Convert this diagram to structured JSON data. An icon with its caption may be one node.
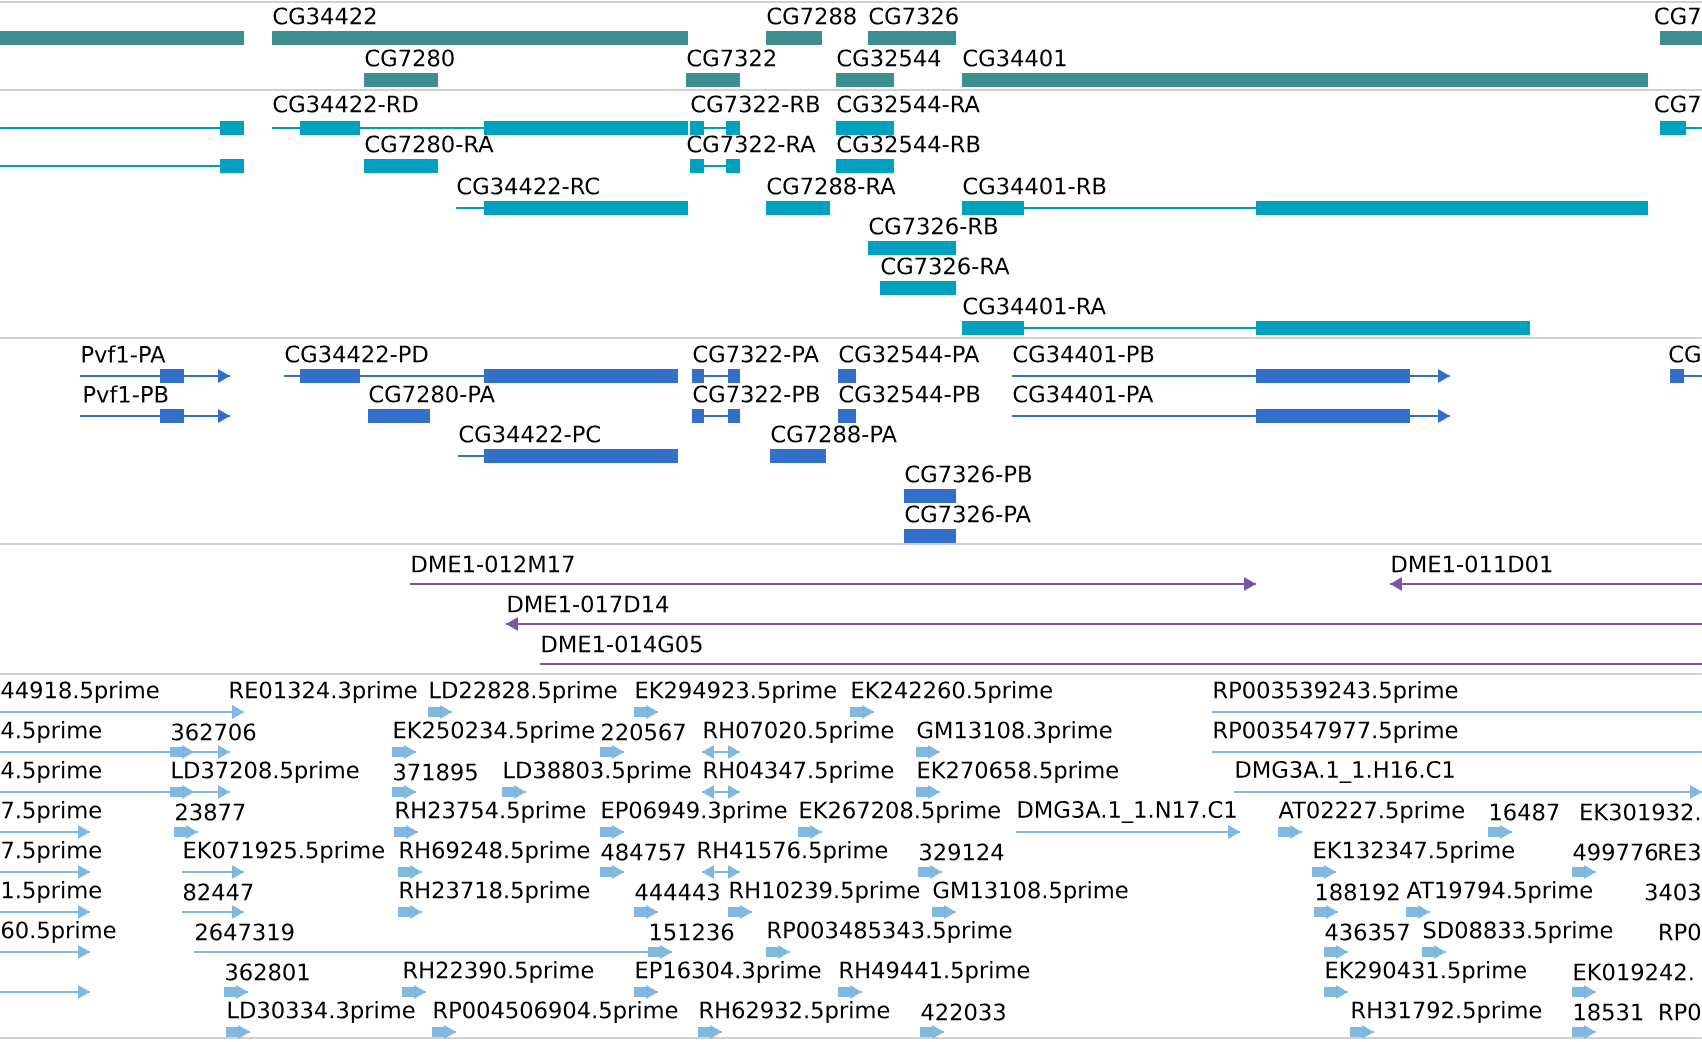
{
  "diagram": {
    "labels": [
      "CG34422",
      "CG7288",
      "CG7326",
      "CG7",
      "CG7280",
      "CG7322",
      "CG32544",
      "CG34401",
      "CG34422-RD",
      "CG7322-RB",
      "CG32544-RA",
      "CG7",
      "CG7280-RA",
      "CG7322-RA",
      "CG32544-RB",
      "CG34422-RC",
      "CG7288-RA",
      "CG34401-RB",
      "CG7326-RB",
      "CG7326-RA",
      "CG34401-RA",
      "Pvf1-PA",
      "CG34422-PD",
      "CG7322-PA",
      "CG32544-PA",
      "CG34401-PB",
      "CG",
      "Pvf1-PB",
      "CG7280-PA",
      "CG7322-PB",
      "CG32544-PB",
      "CG34401-PA",
      "CG34422-PC",
      "CG7288-PA",
      "CG7326-PB",
      "CG7326-PA",
      "DME1-012M17",
      "DME1-011D01",
      "DME1-017D14",
      "DME1-014G05",
      "44918.5prime",
      "RE01324.3prime",
      "LD22828.5prime",
      "EK294923.5prime",
      "EK242260.5prime",
      "RP003539243.5prime",
      "4.5prime",
      "362706",
      "EK250234.5prime",
      "220567",
      "RH07020.5prime",
      "GM13108.3prime",
      "RP003547977.5prime",
      "4.5prime",
      "LD37208.5prime",
      "371895",
      "LD38803.5prime",
      "RH04347.5prime",
      "EK270658.5prime",
      "DMG3A.1_1.H16.C1",
      "7.5prime",
      "23877",
      "RH23754.5prime",
      "EP06949.3prime",
      "EK267208.5prime",
      "DMG3A.1_1.N17.C1",
      "AT02227.5prime",
      "16487",
      "EK301932.",
      "7.5prime",
      "EK071925.5prime",
      "RH69248.5prime",
      "484757",
      "RH41576.5prime",
      "329124",
      "EK132347.5prime",
      "499776",
      "RE3",
      "1.5prime",
      "82447",
      "RH23718.5prime",
      "444443",
      "RH10239.5prime",
      "GM13108.5prime",
      "188192",
      "AT19794.5prime",
      "3403",
      "60.5prime",
      "2647319",
      "151236",
      "RP003485343.5prime",
      "436357",
      "SD08833.5prime",
      "RP0",
      "362801",
      "RH22390.5prime",
      "EP16304.3prime",
      "RH49441.5prime",
      "EK290431.5prime",
      "EK019242.",
      "LD30334.3prime",
      "RP004506904.5prime",
      "RH62932.5prime",
      "422033",
      "RH31792.5prime",
      "18531",
      "RP0"
    ]
  }
}
